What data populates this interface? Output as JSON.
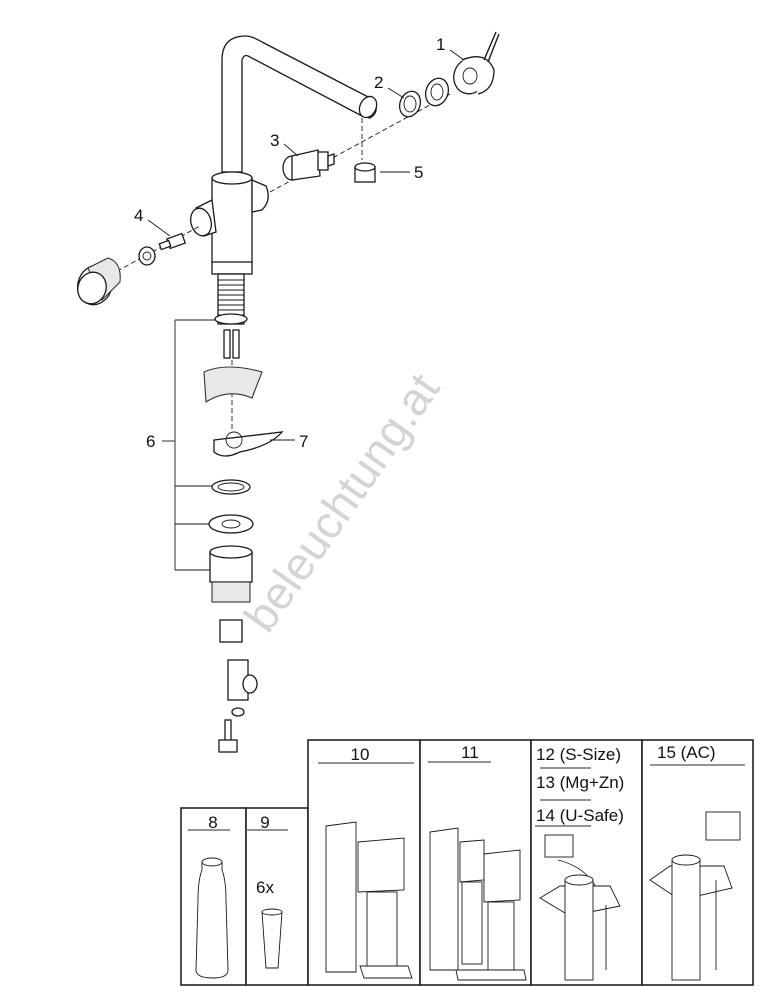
{
  "watermark": "beleuchtung.at",
  "callouts": {
    "c1": "1",
    "c2": "2",
    "c3": "3",
    "c4": "4",
    "c5": "5",
    "c6": "6",
    "c7": "7"
  },
  "accessories": [
    {
      "label": "8"
    },
    {
      "label": "9",
      "quantity": "6x"
    },
    {
      "label": "10"
    },
    {
      "label": "11"
    },
    {
      "labels": [
        "12 (S-Size)",
        "13 (Mg+Zn)",
        "14 (U-Safe)"
      ]
    },
    {
      "label": "15 (AC)"
    }
  ]
}
